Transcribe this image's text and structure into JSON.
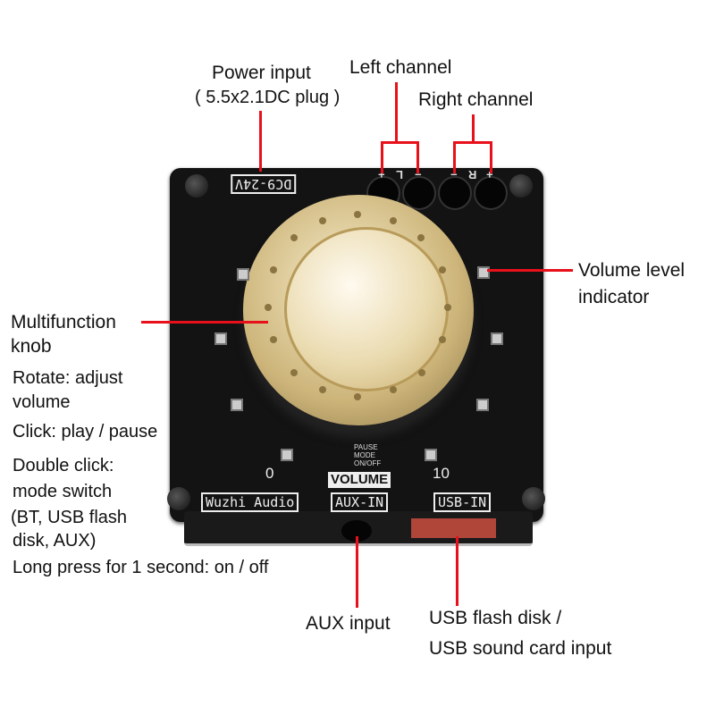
{
  "labels": {
    "power_input": "Power input",
    "power_plug": "( 5.5x2.1DC plug )",
    "left_channel": "Left channel",
    "right_channel": "Right channel",
    "volume_indicator_1": "Volume level",
    "volume_indicator_2": "indicator",
    "knob_1": "Multifunction",
    "knob_2": "knob",
    "rotate_1": "Rotate: adjust",
    "rotate_2": "volume",
    "click": "Click: play / pause",
    "double_1": "Double click:",
    "double_2": "mode switch",
    "modes_1": "(BT, USB flash",
    "modes_2": "disk, AUX)",
    "long_press": "Long press for 1 second: on / off",
    "aux_input": "AUX input",
    "usb_1": "USB flash disk /",
    "usb_2": "USB sound card input"
  },
  "board": {
    "dc_label": "DC9-24V",
    "plus": "+",
    "minus": "−",
    "L": "L",
    "R": "R",
    "vol_min": "0",
    "vol_max": "10",
    "volume": "VOLUME",
    "brand": "Wuzhi Audio",
    "aux_in": "AUX-IN",
    "usb_in": "USB-IN",
    "pause": "PAUSE",
    "mode": "MODE",
    "onoff": "ON/OFF"
  },
  "colors": {
    "leader": "#e8101a",
    "board": "#131313",
    "knob": "#e6d3a0"
  }
}
